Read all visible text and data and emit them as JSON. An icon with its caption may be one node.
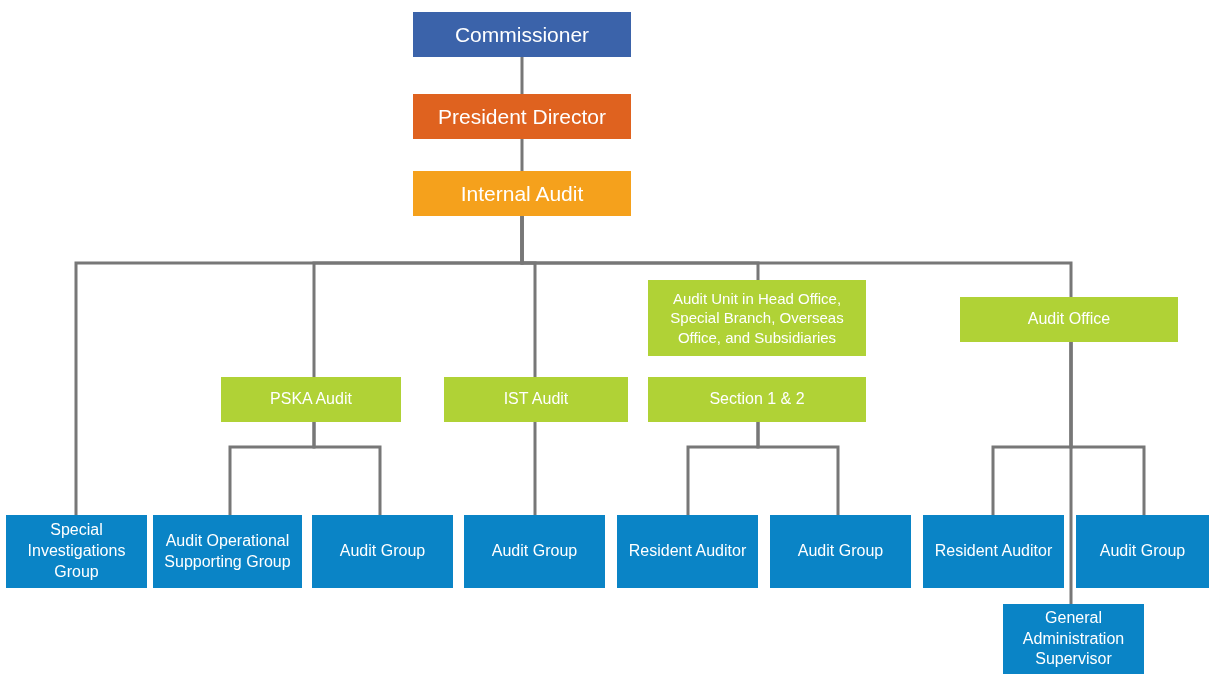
{
  "diagram": {
    "nodes": [
      {
        "text": [
          "Commissioner"
        ]
      },
      {
        "text": [
          "President Director"
        ]
      },
      {
        "text": [
          "Internal Audit"
        ]
      },
      {
        "text": [
          "PSKA Audit"
        ]
      },
      {
        "text": [
          "IST Audit"
        ]
      },
      {
        "text": [
          "Audit Unit in Head Office, Special Branch, Overseas Office, and Subsidiaries"
        ]
      },
      {
        "text": [
          "Section 1 & 2"
        ]
      },
      {
        "text": [
          "Audit Office"
        ]
      },
      {
        "text": [
          "Special Investigations Group"
        ]
      },
      {
        "text": [
          "Audit Operational Supporting Group"
        ]
      },
      {
        "text": [
          "Audit Group"
        ]
      },
      {
        "text": [
          "Audit Group"
        ]
      },
      {
        "text": [
          "Resident Auditor"
        ]
      },
      {
        "text": [
          "Audit Group"
        ]
      },
      {
        "text": [
          "Resident Auditor"
        ]
      },
      {
        "text": [
          "Audit Group"
        ]
      },
      {
        "text": [
          "General Administration Supervisor"
        ]
      }
    ],
    "edges": [
      {
        "from": 0,
        "to": 1,
        "arrow": "none"
      },
      {
        "from": 1,
        "to": 2,
        "arrow": "none"
      },
      {
        "from": 2,
        "to": 8,
        "arrow": "none"
      },
      {
        "from": 2,
        "to": 3,
        "arrow": "none"
      },
      {
        "from": 2,
        "to": 4,
        "arrow": "none"
      },
      {
        "from": 2,
        "to": 5,
        "arrow": "none"
      },
      {
        "from": 2,
        "to": 7,
        "arrow": "none"
      },
      {
        "from": 3,
        "to": 9,
        "arrow": "none"
      },
      {
        "from": 3,
        "to": 10,
        "arrow": "none"
      },
      {
        "from": 4,
        "to": 11,
        "arrow": "none"
      },
      {
        "from": 6,
        "to": 12,
        "arrow": "none"
      },
      {
        "from": 6,
        "to": 13,
        "arrow": "none"
      },
      {
        "from": 7,
        "to": 14,
        "arrow": "none"
      },
      {
        "from": 7,
        "to": 15,
        "arrow": "none"
      },
      {
        "from": 7,
        "to": 16,
        "arrow": "none"
      }
    ]
  }
}
